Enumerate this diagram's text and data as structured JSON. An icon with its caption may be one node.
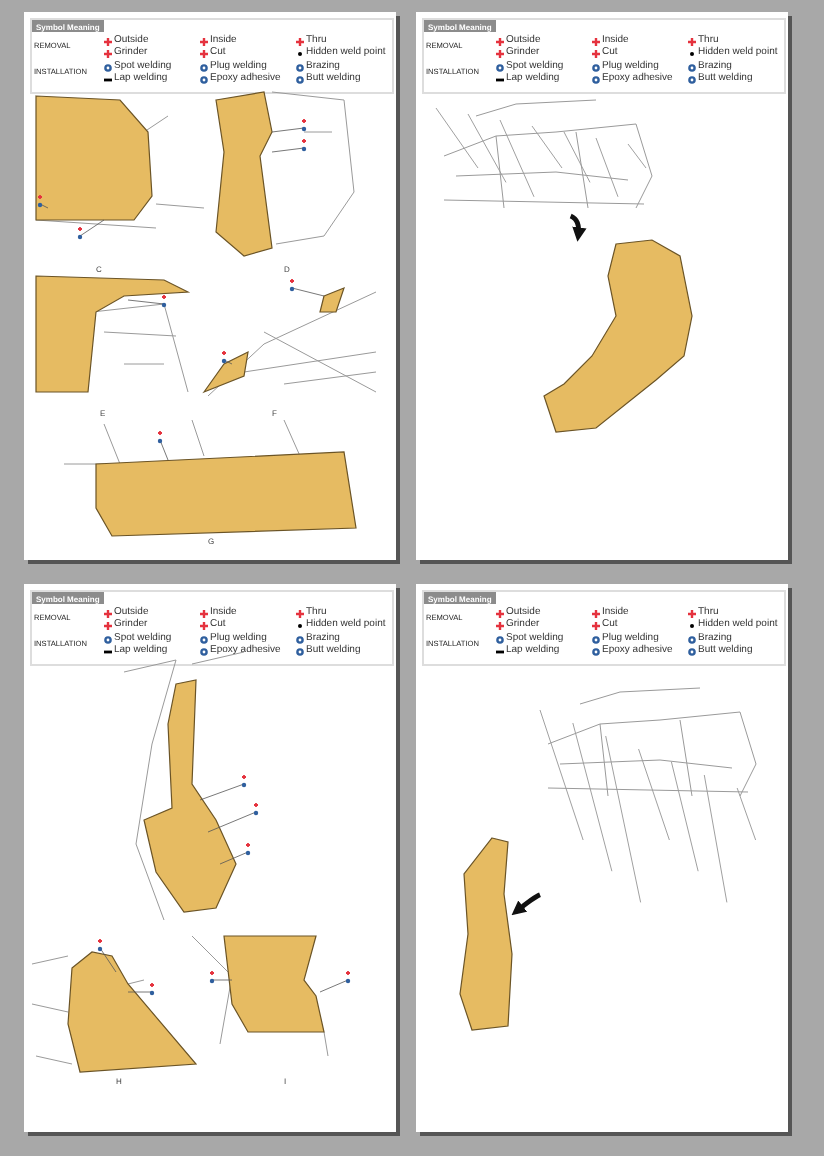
{
  "diagram": {
    "nodes": [
      {
        "text": [],
        "shape": "picture"
      },
      {
        "text": [],
        "shape": "picture"
      },
      {
        "text": [],
        "shape": "picture"
      },
      {
        "text": [],
        "shape": "picture"
      }
    ],
    "edges": [
      {
        "from": 0,
        "to": 1,
        "arrow": "to"
      },
      {
        "from": 2,
        "to": 3,
        "arrow": "to"
      }
    ],
    "labels": [
      "Symbol Meaning",
      "REMOVAL",
      "INSTALLATION",
      "C",
      "D",
      "E",
      "F",
      "G",
      "Symbol Meaning",
      "REMOVAL",
      "INSTALLATION",
      "Symbol Meaning",
      "REMOVAL",
      "INSTALLATION",
      "H",
      "I",
      "Symbol Meaning",
      "REMOVAL",
      "INSTALLATION"
    ],
    "legend": [
      {
        "text": "Outside",
        "color": "#e5323e"
      },
      {
        "text": "Inside",
        "color": "#e5323e"
      },
      {
        "text": "Thru",
        "color": "#e5323e"
      },
      {
        "text": "Grinder",
        "color": "#e5323e"
      },
      {
        "text": "Cut",
        "color": "#e5323e"
      },
      {
        "text": "Hidden weld point",
        "color": "#000000"
      },
      {
        "text": "Spot welding",
        "color": "#2f5f9e"
      },
      {
        "text": "Plug welding",
        "color": "#2f5f9e"
      },
      {
        "text": "Brazing",
        "color": "#2f5f9e"
      },
      {
        "text": "Lap welding",
        "color": "#000000"
      },
      {
        "text": "Epoxy adhesive",
        "color": "#2f5f9e"
      },
      {
        "text": "Butt welding",
        "color": "#2f5f9e"
      },
      {
        "text": "Outside",
        "color": "#e5323e"
      },
      {
        "text": "Inside",
        "color": "#e5323e"
      },
      {
        "text": "Thru",
        "color": "#e5323e"
      },
      {
        "text": "Grinder",
        "color": "#e5323e"
      },
      {
        "text": "Cut",
        "color": "#e5323e"
      },
      {
        "text": "Hidden weld point",
        "color": "#000000"
      },
      {
        "text": "Spot welding",
        "color": "#2f5f9e"
      },
      {
        "text": "Plug welding",
        "color": "#2f5f9e"
      },
      {
        "text": "Brazing",
        "color": "#2f5f9e"
      },
      {
        "text": "Lap welding",
        "color": "#000000"
      },
      {
        "text": "Epoxy adhesive",
        "color": "#2f5f9e"
      },
      {
        "text": "Butt welding",
        "color": "#2f5f9e"
      },
      {
        "text": "Outside",
        "color": "#e5323e"
      },
      {
        "text": "Inside",
        "color": "#e5323e"
      },
      {
        "text": "Thru",
        "color": "#e5323e"
      },
      {
        "text": "Grinder",
        "color": "#e5323e"
      },
      {
        "text": "Cut",
        "color": "#e5323e"
      },
      {
        "text": "Hidden weld point",
        "color": "#000000"
      },
      {
        "text": "Spot welding",
        "color": "#2f5f9e"
      },
      {
        "text": "Plug welding",
        "color": "#2f5f9e"
      },
      {
        "text": "Brazing",
        "color": "#2f5f9e"
      },
      {
        "text": "Lap welding",
        "color": "#000000"
      },
      {
        "text": "Epoxy adhesive",
        "color": "#2f5f9e"
      },
      {
        "text": "Butt welding",
        "color": "#2f5f9e"
      },
      {
        "text": "Outside",
        "color": "#e5323e"
      },
      {
        "text": "Inside",
        "color": "#e5323e"
      },
      {
        "text": "Thru",
        "color": "#e5323e"
      },
      {
        "text": "Grinder",
        "color": "#e5323e"
      },
      {
        "text": "Cut",
        "color": "#e5323e"
      },
      {
        "text": "Hidden weld point",
        "color": "#000000"
      },
      {
        "text": "Spot welding",
        "color": "#2f5f9e"
      },
      {
        "text": "Plug welding",
        "color": "#2f5f9e"
      },
      {
        "text": "Brazing",
        "color": "#2f5f9e"
      },
      {
        "text": "Lap welding",
        "color": "#000000"
      },
      {
        "text": "Epoxy adhesive",
        "color": "#2f5f9e"
      },
      {
        "text": "Butt welding",
        "color": "#2f5f9e"
      }
    ]
  }
}
